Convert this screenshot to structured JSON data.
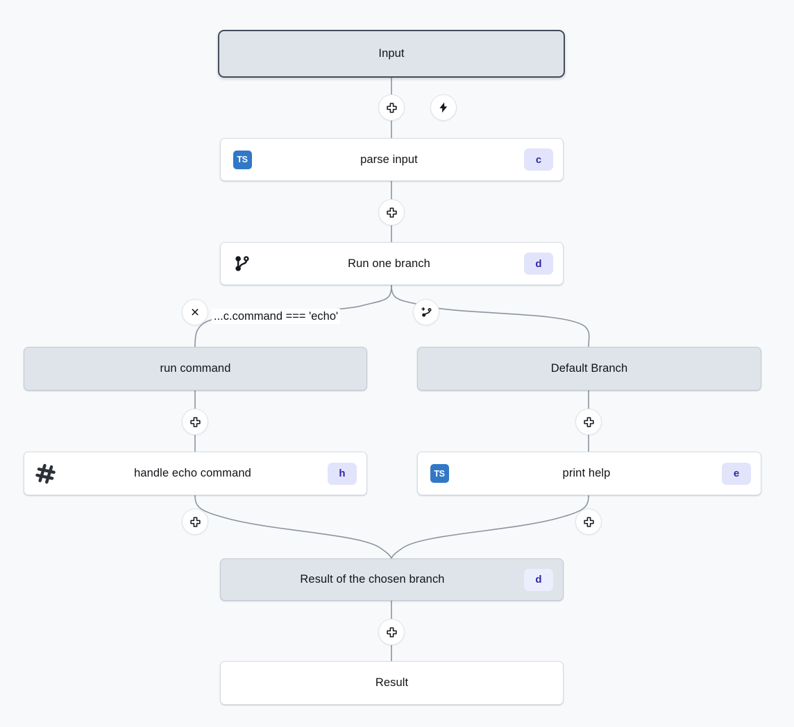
{
  "graph": {
    "background_color": "#f7f9fb",
    "nodes": [
      {
        "id": "input",
        "label": "Input",
        "kind": "input-node",
        "selected": true
      },
      {
        "id": "parse",
        "label": "parse input",
        "kind": "script-node",
        "icon": "typescript-icon",
        "icon_text": "TS",
        "badge": "c"
      },
      {
        "id": "branchone",
        "label": "Run one branch",
        "kind": "branch-node",
        "icon": "git-branch-icon",
        "badge": "d"
      },
      {
        "id": "runcmd",
        "label": "run command",
        "kind": "branch-label-node"
      },
      {
        "id": "defbranch",
        "label": "Default Branch",
        "kind": "branch-label-node"
      },
      {
        "id": "handleecho",
        "label": "handle echo command",
        "kind": "script-node",
        "icon": "hash-icon",
        "badge": "h"
      },
      {
        "id": "printhelp",
        "label": "print help",
        "kind": "script-node",
        "icon": "typescript-icon",
        "icon_text": "TS",
        "badge": "e"
      },
      {
        "id": "branchres",
        "label": "Result of the chosen branch",
        "kind": "result-node",
        "badge": "d"
      },
      {
        "id": "result",
        "label": "Result",
        "kind": "output-node"
      }
    ],
    "edge_condition": {
      "text": "...c.command === 'echo'",
      "remove_button": "remove-branch-button",
      "remove_glyph": "×",
      "add_branch_button": "add-branch-button"
    },
    "edge_buttons": [
      {
        "id": "add-step-input-parse",
        "icon": "plus-icon"
      },
      {
        "id": "add-step-parse-branch",
        "icon": "plus-icon"
      },
      {
        "id": "add-trigger",
        "icon": "lightning-icon"
      },
      {
        "id": "add-step-runcmd-handle",
        "icon": "plus-icon"
      },
      {
        "id": "add-step-default-print",
        "icon": "plus-icon"
      },
      {
        "id": "add-step-handle-result",
        "icon": "plus-icon"
      },
      {
        "id": "add-step-print-result",
        "icon": "plus-icon"
      },
      {
        "id": "add-step-result-output",
        "icon": "plus-icon"
      }
    ],
    "colors": {
      "edge_stroke": "#8c949d",
      "node_white": "#ffffff",
      "node_gray": "#dee4e9",
      "selected_border": "#414d5c",
      "badge_bg": "#e2e4fb",
      "badge_text": "#2f29a8",
      "ts_blue": "#3178c6"
    }
  }
}
